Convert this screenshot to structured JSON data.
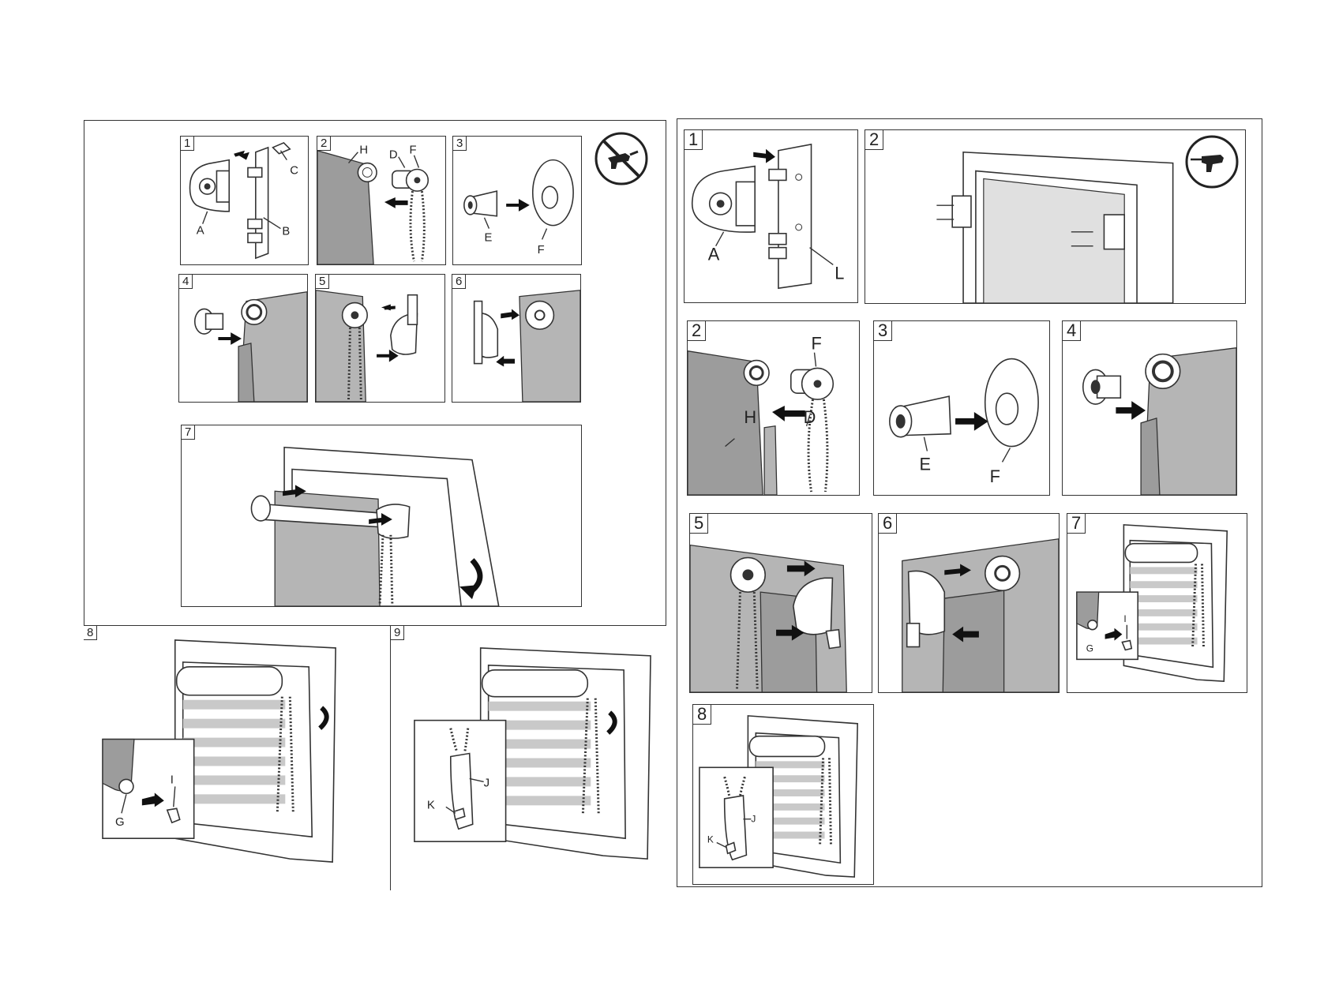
{
  "left_sheet": {
    "panels": [
      {
        "num": "1",
        "labels": [
          "A",
          "B",
          "C"
        ]
      },
      {
        "num": "2",
        "labels": [
          "H",
          "D",
          "F"
        ]
      },
      {
        "num": "3",
        "labels": [
          "E",
          "F"
        ]
      },
      {
        "num": "4"
      },
      {
        "num": "5"
      },
      {
        "num": "6"
      },
      {
        "num": "7"
      },
      {
        "num": "8",
        "labels": [
          "G",
          "I"
        ]
      },
      {
        "num": "9",
        "labels": [
          "K",
          "J"
        ]
      }
    ],
    "tool_icon": "no-glue-gun-icon"
  },
  "right_sheet": {
    "panels": [
      {
        "num": "1",
        "labels": [
          "A",
          "L"
        ]
      },
      {
        "num": "2"
      },
      {
        "num": "2",
        "labels": [
          "F",
          "H",
          "D"
        ]
      },
      {
        "num": "3",
        "labels": [
          "E",
          "F"
        ]
      },
      {
        "num": "4"
      },
      {
        "num": "5"
      },
      {
        "num": "6"
      },
      {
        "num": "7",
        "labels": [
          "G",
          "I"
        ]
      },
      {
        "num": "8",
        "labels": [
          "K",
          "J"
        ]
      }
    ],
    "tool_icon": "drill-icon"
  }
}
